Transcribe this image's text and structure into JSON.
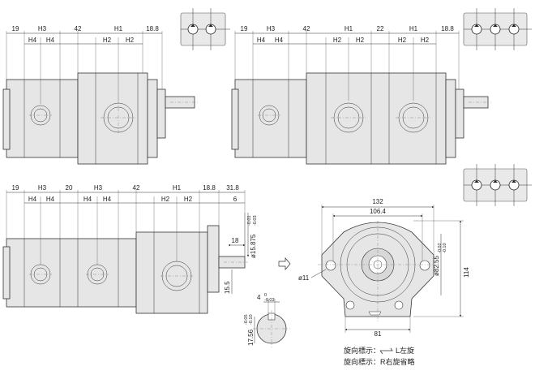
{
  "view1": {
    "dims": [
      "19",
      "H3",
      "42",
      "H1",
      "18.8"
    ],
    "subdims": [
      "H4",
      "H4",
      "H2",
      "H2"
    ]
  },
  "view2": {
    "dims": [
      "19",
      "H3",
      "42",
      "H1",
      "22",
      "H1",
      "18.8"
    ],
    "subdims": [
      "H4",
      "H4",
      "H2",
      "H2",
      "H2",
      "H2"
    ]
  },
  "view3": {
    "dims": [
      "19",
      "H3",
      "20",
      "H3",
      "42",
      "H1",
      "18.8",
      "31.8"
    ],
    "subdims": [
      "H4",
      "H4",
      "H4",
      "H4",
      "H2",
      "H2",
      "6"
    ],
    "shaft_dia": "ø15.875",
    "shaft_dia_tol_top": "-0.01",
    "shaft_dia_tol_bot": "-0.03",
    "shaft_len": "18",
    "shaft_off": "15.5"
  },
  "key_detail": {
    "width": "4",
    "width_tol_top": "0",
    "width_tol_bot": "-0.03",
    "height": "17.56",
    "height_tol_top": "-0.05",
    "height_tol_bot": "-0.10"
  },
  "front_view": {
    "w_outer": "132",
    "w_inner": "106.4",
    "height": "114",
    "pilot_dia": "ø82.55",
    "pilot_tol_top": "-0.02",
    "pilot_tol_bot": "-0.10",
    "hole_dia": "ø11",
    "bottom": "81"
  },
  "notes": {
    "line1_prefix": "旋向標示：",
    "line1_suffix": "L左旋",
    "line2": "旋向標示：R右旋省略"
  },
  "colors": {
    "body": "#e6e6e6",
    "line": "#333333"
  }
}
